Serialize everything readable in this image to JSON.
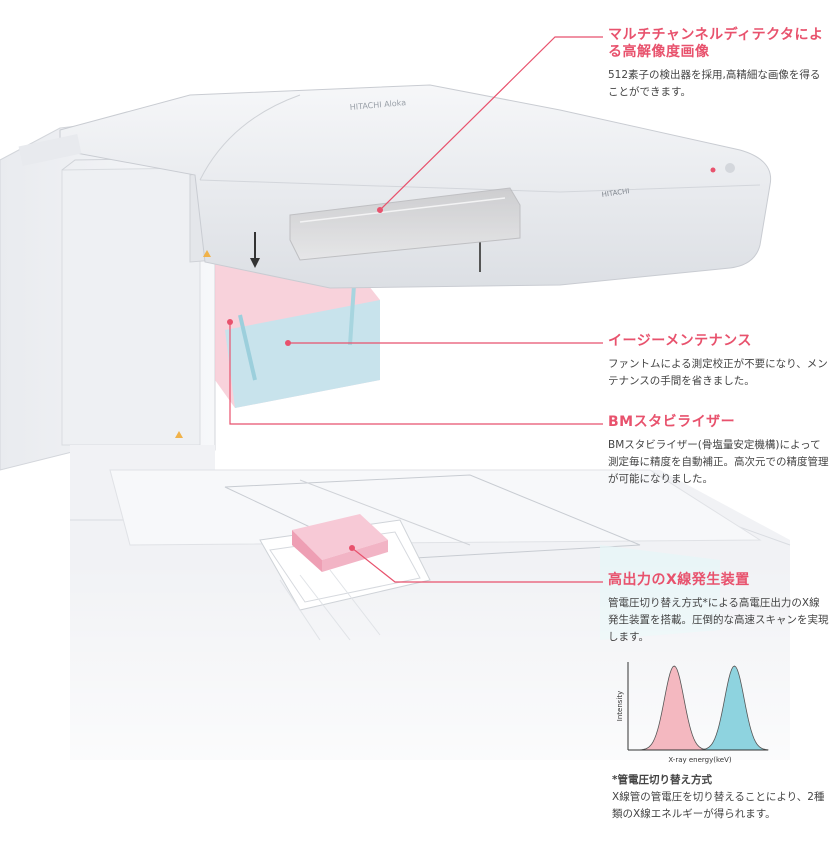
{
  "callouts": [
    {
      "title": "マルチチャンネルディテクタによる高解像度画像",
      "body": "512素子の検出器を採用,高精細な画像を得ることができます。"
    },
    {
      "title": "イージーメンテナンス",
      "body": "ファントムによる測定校正が不要になり、メンテナンスの手間を省きました。"
    },
    {
      "title": "BMスタビライザー",
      "body": "BMスタビライザー(骨塩量安定機構)によって測定毎に精度を自動補正。高次元での精度管理が可能になりました。"
    },
    {
      "title": "高出力のX線発生装置",
      "body": "管電圧切り替え方式*による高電圧出力のX線発生装置を搭載。圧倒的な高速スキャンを実現します。"
    }
  ],
  "footnote": {
    "title": "*管電圧切り替え方式",
    "body": "X線管の管電圧を切り替えることにより、2種類のX線エネルギーが得られます。"
  },
  "device_text": {
    "side_brand": "HITACHI",
    "arm_brand": "HITACHI Aloka"
  },
  "chart_data": {
    "type": "area",
    "xlabel": "X-ray energy(keV)",
    "ylabel": "Intensity",
    "series": [
      {
        "color": "#f4b8c0",
        "peak_x": 0.33,
        "width": 0.07
      },
      {
        "color": "#8ed3df",
        "peak_x": 0.76,
        "width": 0.07
      }
    ],
    "grid": false
  },
  "colors": {
    "accent": "#e8526d",
    "pink": "#f6c7d2",
    "cyan": "#bfe6ee"
  }
}
